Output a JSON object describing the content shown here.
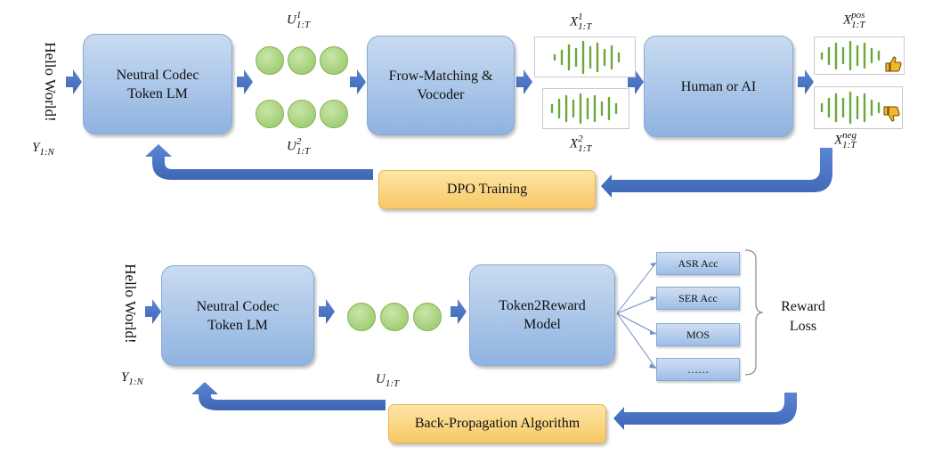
{
  "top": {
    "input_text": "Hello World!",
    "input_var": {
      "base": "Y",
      "sub": "1:N"
    },
    "lm_box": [
      "Neutral Codec",
      "Token LM"
    ],
    "token_label_1": {
      "base": "U",
      "sup": "1",
      "sub": "1:T"
    },
    "token_label_2": {
      "base": "U",
      "sup": "2",
      "sub": "1:T"
    },
    "vocoder_box": [
      "Frow-Matching &",
      "Vocoder"
    ],
    "wave_label_1": {
      "base": "X",
      "sup": "1",
      "sub": "1:T"
    },
    "wave_label_2": {
      "base": "X",
      "sup": "2",
      "sub": "1:T"
    },
    "judge_box": "Human or AI",
    "pos_label": {
      "base": "X",
      "sup": "pos",
      "sub": "1:T"
    },
    "neg_label": {
      "base": "X",
      "sup": "neg",
      "sub": "1:T"
    },
    "training_box": "DPO Training"
  },
  "bottom": {
    "input_text": "Hello World!",
    "input_var": {
      "base": "Y",
      "sub": "1:N"
    },
    "lm_box": [
      "Neutral Codec",
      "Token LM"
    ],
    "token_label": {
      "base": "U",
      "sub": "1:T"
    },
    "reward_model_box": [
      "Token2Reward",
      "Model"
    ],
    "metrics": [
      "ASR Acc",
      "SER Acc",
      "MOS",
      "……"
    ],
    "loss_label": [
      "Reward",
      "Loss"
    ],
    "training_box": "Back-Propagation Algorithm"
  },
  "colors": {
    "arrow_blue": "#4a74c4",
    "box_blue": "#a9c4e8",
    "box_yellow": "#f9d57e",
    "dot_green": "#a5d07a",
    "wave_green": "#6aa83e",
    "thumb_yellow": "#f3b72e"
  },
  "icons": [
    "thumbs-up-icon",
    "thumbs-down-icon"
  ]
}
